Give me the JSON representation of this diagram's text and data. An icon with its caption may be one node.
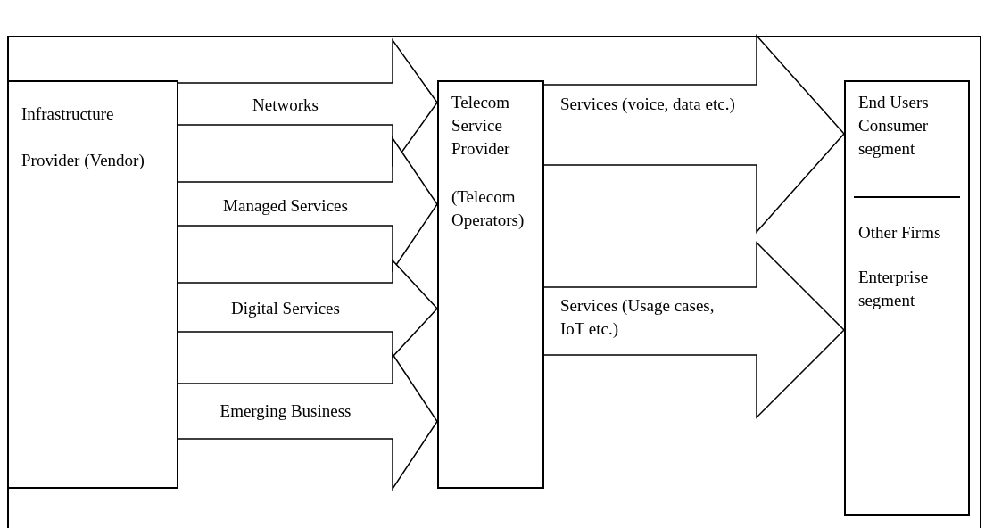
{
  "diagram": {
    "nodes": [
      {
        "text": [
          "Infrastructure Provider (Vendor)"
        ]
      },
      {
        "text": [
          "Telecom Service Provider",
          "(Telecom Operators)"
        ]
      },
      {
        "text": [
          "End Users Consumer segment",
          "Other Firms",
          "Enterprise segment"
        ]
      }
    ],
    "edges": [
      {
        "from": 0,
        "to": 1,
        "arrow": "to",
        "label": "Networks"
      },
      {
        "from": 0,
        "to": 1,
        "arrow": "to",
        "label": "Managed Services"
      },
      {
        "from": 0,
        "to": 1,
        "arrow": "to",
        "label": "Digital Services"
      },
      {
        "from": 0,
        "to": 1,
        "arrow": "to",
        "label": "Emerging Business"
      },
      {
        "from": 1,
        "to": 2,
        "arrow": "to",
        "label": "Services (voice, data etc.)"
      },
      {
        "from": 1,
        "to": 2,
        "arrow": "to",
        "label": "Services (Usage cases, IoT etc.)"
      }
    ]
  }
}
